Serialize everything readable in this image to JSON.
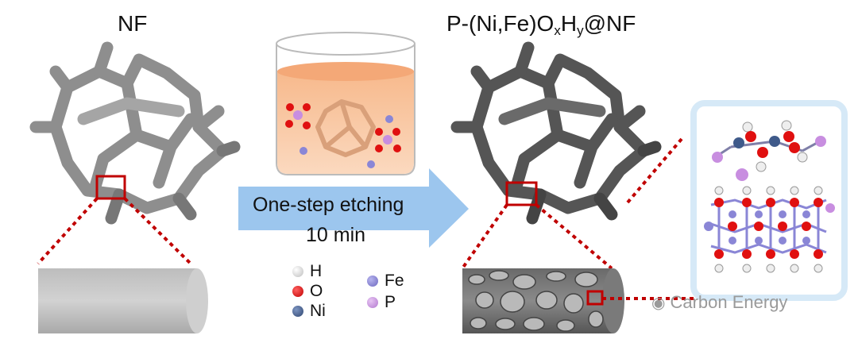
{
  "titles": {
    "left": "NF",
    "right_main": "P-(Ni,Fe)O",
    "right_sub_x": "x",
    "right_mid": "H",
    "right_sub_y": "y",
    "right_tail": "@NF"
  },
  "arrow": {
    "line1": "One-step etching",
    "line2": "10 min"
  },
  "legend": [
    {
      "symbol": "H",
      "color": "#e6e6e6"
    },
    {
      "symbol": "O",
      "color": "#e01010"
    },
    {
      "symbol": "Ni",
      "color": "#3f5a8a"
    },
    {
      "symbol": "Fe",
      "color": "#8a86d6"
    },
    {
      "symbol": "P",
      "color": "#c88ee0"
    }
  ],
  "watermark": "Carbon Energy",
  "colors": {
    "foam_light": "#8c8c8c",
    "foam_dark": "#555555",
    "highlight_box": "#c00000",
    "arrow_fill": "#9cc6ee",
    "beaker_liquid": "#f6c7a0",
    "crystal_panel_border": "#d6e9f7"
  }
}
